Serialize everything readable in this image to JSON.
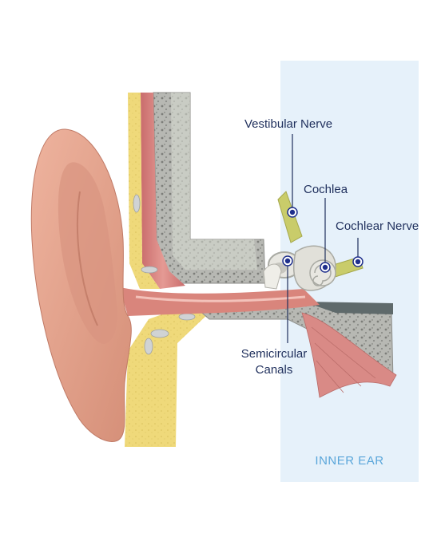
{
  "panel": {
    "title": "INNER EAR",
    "color": "#e6f1fa",
    "title_color": "#5aa6da"
  },
  "labels": {
    "vestibular_nerve": "Vestibular Nerve",
    "cochlea": "Cochlea",
    "cochlear_nerve": "Cochlear Nerve",
    "semicircular_line1": "Semicircular",
    "semicircular_line2": "Canals"
  },
  "colors": {
    "skin": "#e7a893",
    "skin_shadow": "#c98670",
    "fat": "#efd97a",
    "muscle": "#d98a86",
    "bone": "#a9aaa6",
    "nerve": "#c9cc6a",
    "label_text": "#1f2f5c",
    "marker": "#1f2f8c"
  }
}
